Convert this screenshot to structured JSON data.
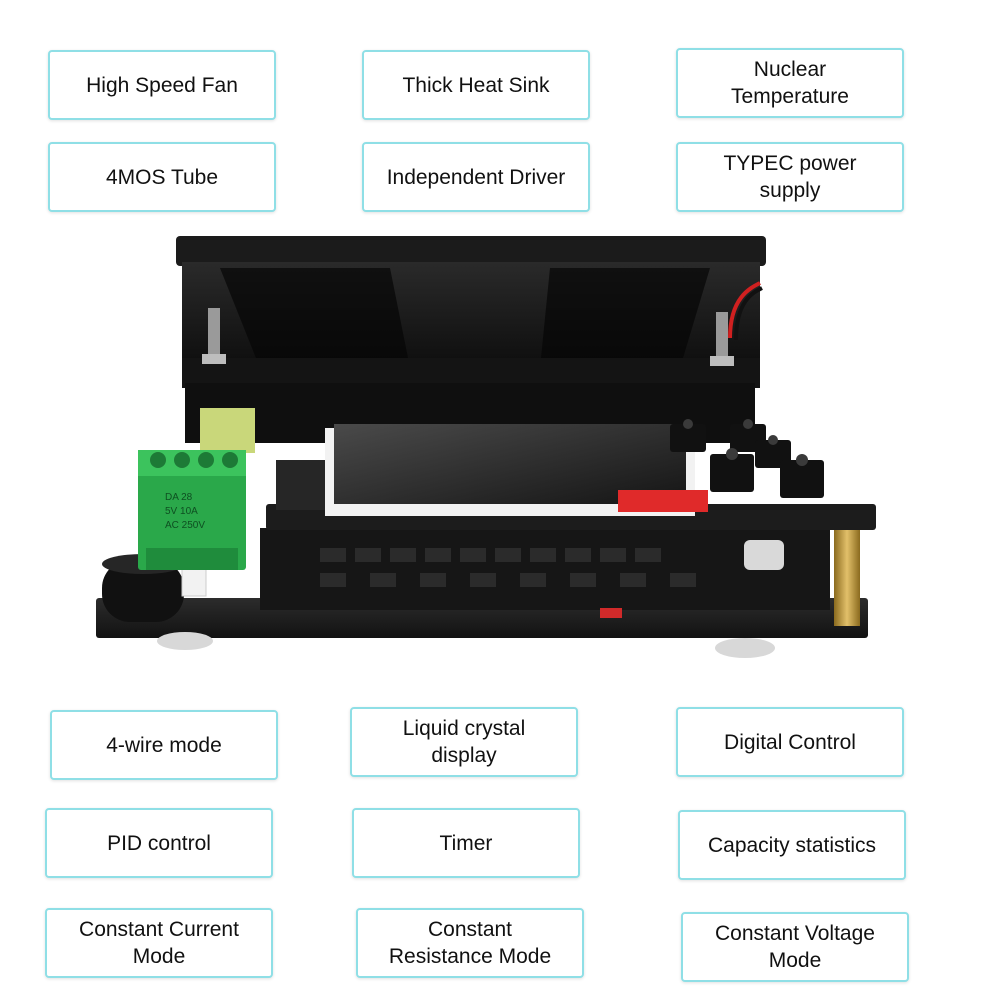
{
  "features_top": [
    {
      "label": "High Speed Fan"
    },
    {
      "label": "Thick Heat Sink"
    },
    {
      "label": "Nuclear\nTemperature"
    },
    {
      "label": "4MOS Tube"
    },
    {
      "label": "Independent Driver"
    },
    {
      "label": "TYPEC power\nsupply"
    }
  ],
  "features_bottom": [
    {
      "label": "4-wire mode"
    },
    {
      "label": "Liquid crystal\ndisplay"
    },
    {
      "label": "Digital Control"
    },
    {
      "label": "PID control"
    },
    {
      "label": "Timer"
    },
    {
      "label": "Capacity statistics"
    },
    {
      "label": "Constant Current\nMode"
    },
    {
      "label": "Constant\nResistance Mode"
    },
    {
      "label": "Constant Voltage\nMode"
    }
  ],
  "terminal_print": [
    "DA 28",
    "5V 10A",
    "AC 250V"
  ]
}
